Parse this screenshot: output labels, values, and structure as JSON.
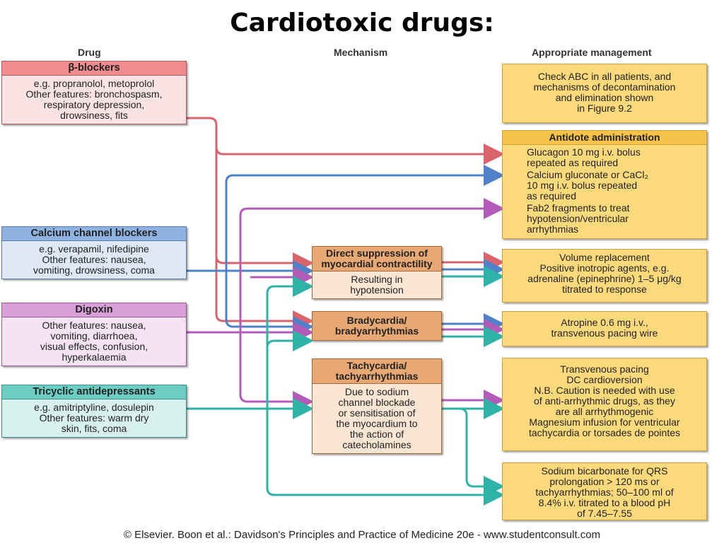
{
  "title": "Cardiotoxic drugs:",
  "columns": {
    "drug": "Drug",
    "mechanism": "Mechanism",
    "management": "Appropriate management"
  },
  "drugs": [
    {
      "name": "β-blockers",
      "lines": [
        "e.g. propranolol, metoprolol",
        "Other features: bronchospasm,",
        "respiratory depression,",
        "drowsiness, fits"
      ],
      "color": "#d9646c"
    },
    {
      "name": "Calcium channel blockers",
      "lines": [
        "e.g. verapamil, nifedipine",
        "Other features: nausea,",
        "vomiting, drowsiness, coma"
      ],
      "color": "#4f82c9"
    },
    {
      "name": "Digoxin",
      "lines": [
        "Other features: nausea,",
        "vomiting, diarrhoea,",
        "visual effects, confusion,",
        "hyperkalaemia"
      ],
      "color": "#b35bb8"
    },
    {
      "name": "Tricyclic antidepressants",
      "lines": [
        "e.g. amitriptyline, dosulepin",
        "Other features: warm dry",
        "skin, fits, coma"
      ],
      "color": "#2fb3a8"
    }
  ],
  "mechanisms": [
    {
      "name": "Direct suppression of myocardial contractility",
      "lines": [
        "Resulting in",
        "hypotension"
      ]
    },
    {
      "name": "Bradycardia/ bradyarrhythmias",
      "lines": []
    },
    {
      "name": "Tachycardia/ tachyarrhythmias",
      "lines": [
        "Due to sodium",
        "channel blockade",
        "or sensitisation of",
        "the myocardium to",
        "the action of",
        "catecholamines"
      ]
    }
  ],
  "management": {
    "general": [
      "Check ABC in all patients, and",
      "mechanisms of decontamination",
      "and elimination shown",
      "in Figure 9.2"
    ],
    "antidote_title": "Antidote administration",
    "antidotes": [
      [
        "Glucagon 10 mg i.v. bolus",
        "repeated as required"
      ],
      [
        "Calcium gluconate or CaCl₂",
        "10 mg i.v. bolus repeated",
        "as required"
      ],
      [
        "Fab2 fragments to treat",
        "hypotension/ventricular",
        "arrhythmias"
      ]
    ],
    "hypotension": [
      "Volume replacement",
      "Positive inotropic agents, e.g.",
      "adrenaline (epinephrine) 1–5 μg/kg",
      "titrated to response"
    ],
    "bradycardia": [
      "Atropine 0.6 mg i.v.,",
      "transvenous pacing wire"
    ],
    "tachycardia": [
      "Transvenous pacing",
      "DC cardioversion",
      "N.B. Caution is needed with use",
      "of anti-arrhythmic drugs, as they",
      "are all arrhythmogenic",
      "Magnesium infusion for ventricular",
      "tachycardia or torsades de pointes"
    ],
    "bicarbonate": [
      "Sodium bicarbonate for QRS",
      "prolongation > 120 ms or",
      "tachyarrhythmias; 50–100 ml of",
      "8.4% i.v. titrated to a blood pH",
      "of 7.45–7.55"
    ]
  },
  "footer": "© Elsevier. Boon et al.: Davidson's Principles and Practice of Medicine 20e - www.studentconsult.com"
}
